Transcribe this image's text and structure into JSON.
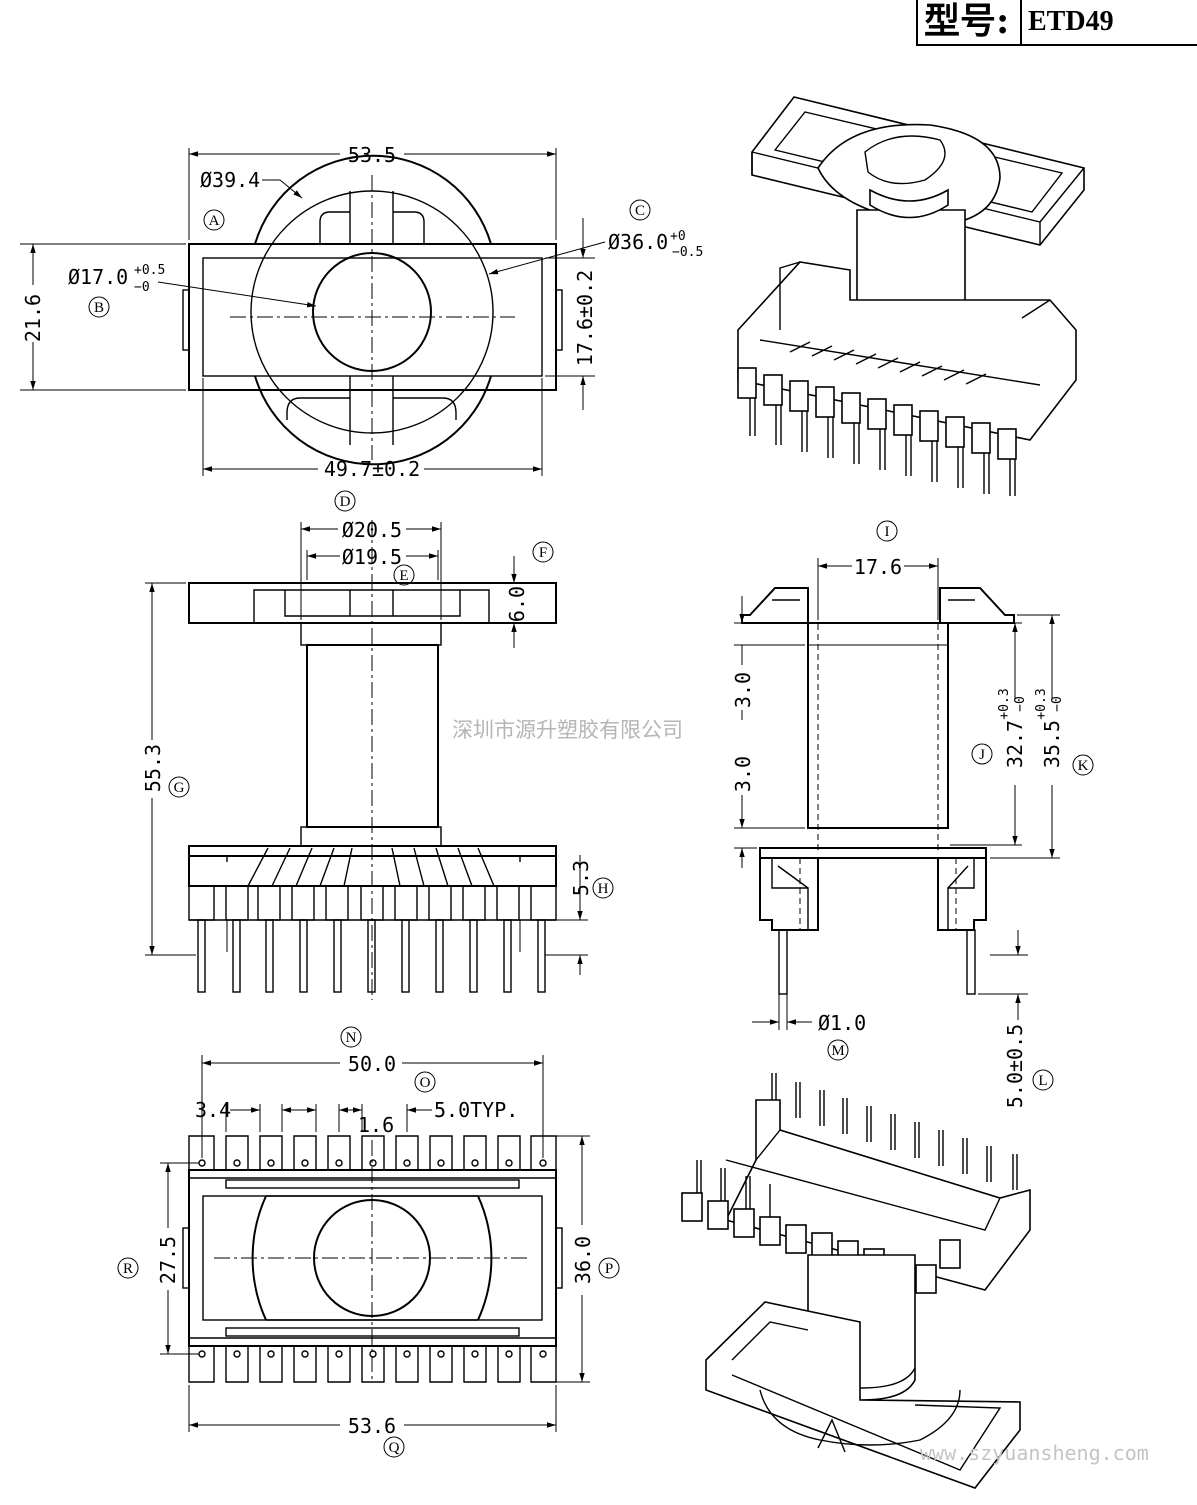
{
  "title": {
    "label": "型号:",
    "model": "ETD49"
  },
  "watermark": {
    "company": "深圳市源升塑胶有限公司",
    "url": "www.szyuansheng.com"
  },
  "top_view": {
    "dims": {
      "overall_width": "53.5",
      "flange_dia": "Ø39.4",
      "core_dia": "Ø17.0",
      "core_tol_upper": "+0.5",
      "core_tol_lower": "−0",
      "round_dia": "Ø36.0",
      "round_tol_upper": "+0",
      "round_tol_lower": "−0.5",
      "height_left": "21.6",
      "height_right": "17.6±0.2",
      "bottom_width": "49.7±0.2"
    },
    "labels": {
      "a": "A",
      "b": "B",
      "c": "C"
    }
  },
  "front_view": {
    "dims": {
      "outer_dia": "Ø20.5",
      "inner_dia": "Ø19.5",
      "flange_thk": "6.0",
      "overall_height": "55.3",
      "base_h": "5.3"
    },
    "labels": {
      "d": "D",
      "e": "E",
      "f": "F",
      "g": "G",
      "h": "H"
    }
  },
  "side_view": {
    "dims": {
      "width": "17.6",
      "dim_3a": "3.0",
      "dim_3b": "3.0",
      "winding_h": "32.7",
      "winding_tol_upper": "+0.3",
      "winding_tol_lower": "−0",
      "total_h": "35.5",
      "total_tol_upper": "+0.3",
      "total_tol_lower": "−0",
      "pin_dia": "Ø1.0",
      "pin_len": "5.0±0.5"
    },
    "labels": {
      "i": "I",
      "j": "J",
      "k": "K",
      "l": "L",
      "m": "M"
    }
  },
  "bottom_view": {
    "dims": {
      "pin_span": "50.0",
      "dim_34": "3.4",
      "dim_16": "1.6",
      "pitch": "5.0TYP.",
      "inner_h": "27.5",
      "outer_h": "36.0",
      "overall_w": "53.6"
    },
    "labels": {
      "n": "N",
      "o": "O",
      "p": "P",
      "q": "Q",
      "r": "R"
    }
  }
}
